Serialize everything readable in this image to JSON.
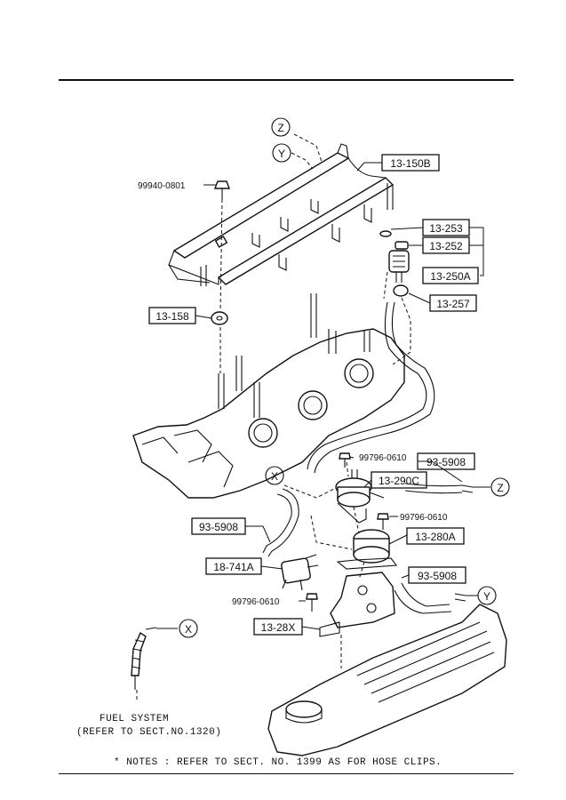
{
  "callouts": {
    "c_13_150B": "13-150B",
    "c_13_253": "13-253",
    "c_13_252": "13-252",
    "c_13_250A": "13-250A",
    "c_13_257": "13-257",
    "c_13_158": "13-158",
    "c_93_5908_a": "93-5908",
    "c_13_290C": "13-290C",
    "c_93_5908_b": "93-5908",
    "c_13_280A": "13-280A",
    "c_18_741A": "18-741A",
    "c_93_5908_c": "93-5908",
    "c_13_28X": "13-28X"
  },
  "part_numbers": {
    "p_99940_0801": "99940-0801",
    "p_99796_0610_a": "99796-0610",
    "p_99796_0610_b": "99796-0610",
    "p_99796_0610_c": "99796-0610"
  },
  "connectors": {
    "z_top": "Z",
    "y_top": "Y",
    "x_mid": "X",
    "z_right": "Z",
    "y_right": "Y",
    "x_bottom": "X"
  },
  "fuel_system": {
    "line1": "FUEL SYSTEM",
    "line2": "(REFER TO SECT.NO.1320)"
  },
  "footer_note": "* NOTES : REFER TO SECT. NO. 1399  AS FOR HOSE CLIPS."
}
